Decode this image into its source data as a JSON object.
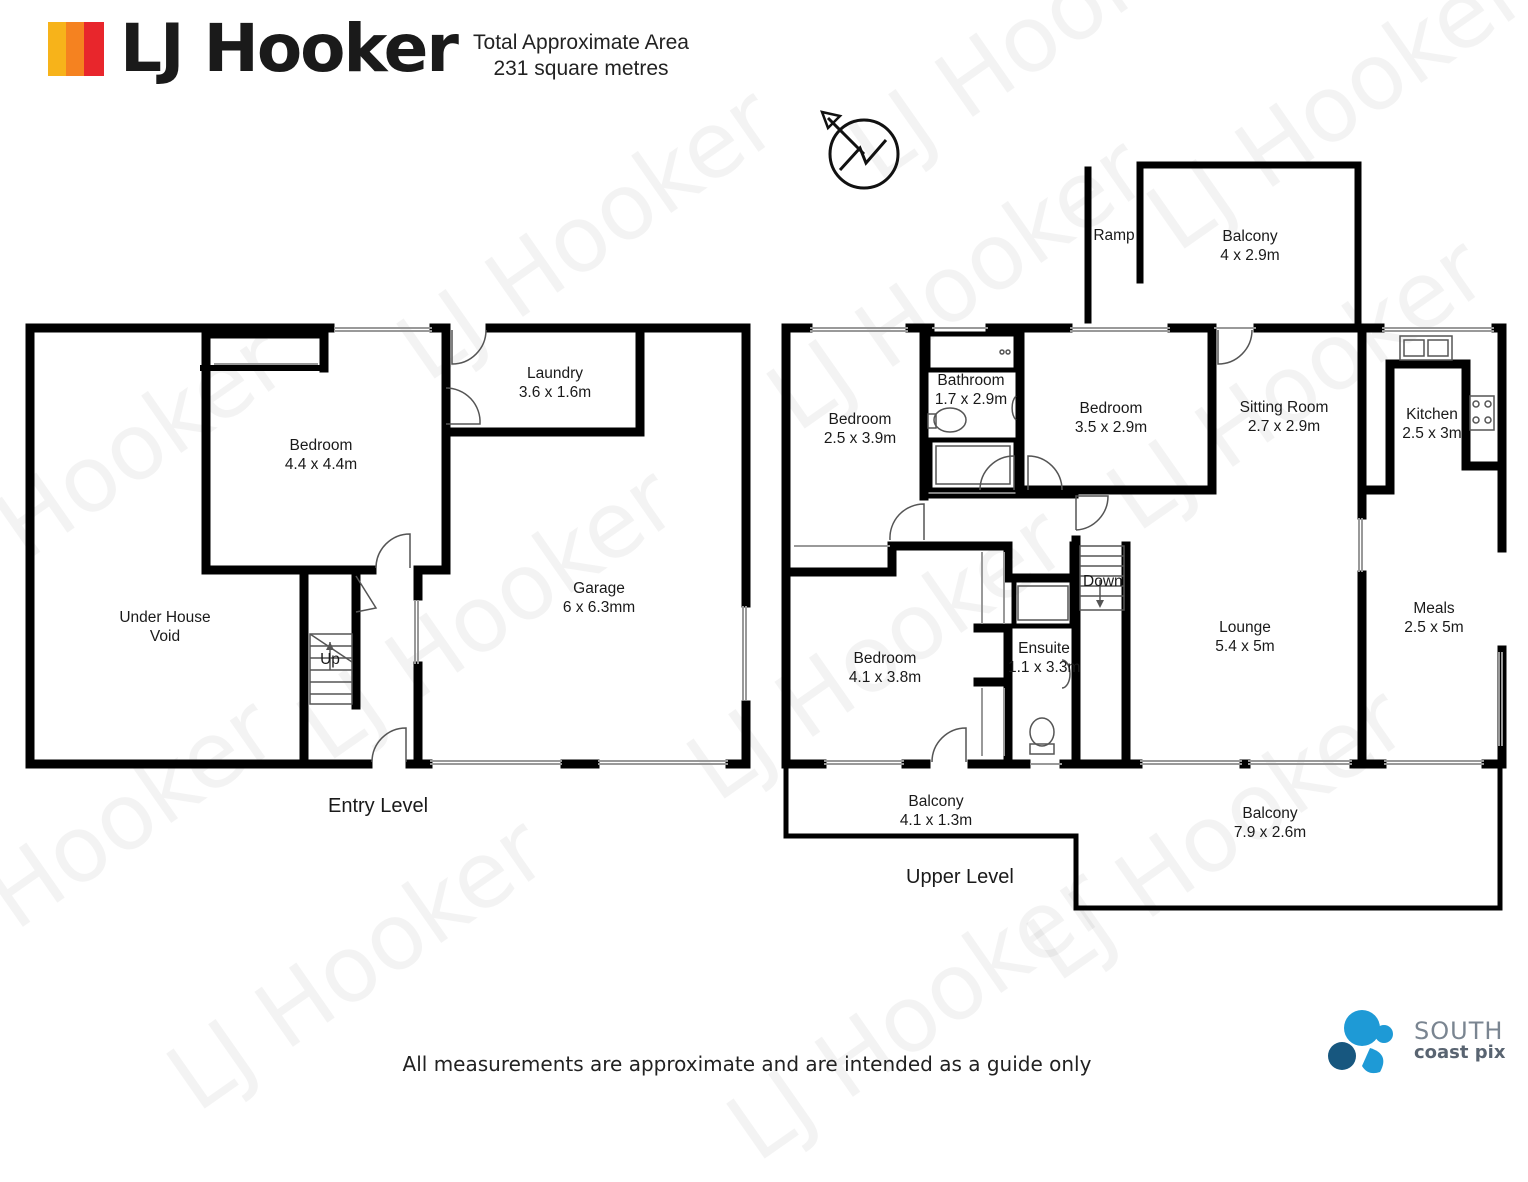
{
  "brand": {
    "name": "LJ Hooker",
    "colors": [
      "#f7b31a",
      "#f58220",
      "#e8262c"
    ]
  },
  "header": {
    "area_line1": "Total Approximate Area",
    "area_line2": "231 square metres"
  },
  "watermark": "LJ Hooker",
  "compass": {
    "icon": "north-arrow-icon"
  },
  "entry_level": {
    "title": "Entry Level",
    "rooms": {
      "under_house": {
        "name": "Under House",
        "size": "Void"
      },
      "bedroom": {
        "name": "Bedroom",
        "size": "4.4 x 4.4m"
      },
      "laundry": {
        "name": "Laundry",
        "size": "3.6 x 1.6m"
      },
      "garage": {
        "name": "Garage",
        "size": "6 x 6.3mm"
      },
      "stairs": {
        "name": "Up"
      }
    }
  },
  "upper_level": {
    "title": "Upper Level",
    "rooms": {
      "ramp": {
        "name": "Ramp"
      },
      "balcony_top": {
        "name": "Balcony",
        "size": "4 x 2.9m"
      },
      "bedroom_1": {
        "name": "Bedroom",
        "size": "2.5 x 3.9m"
      },
      "bathroom": {
        "name": "Bathroom",
        "size": "1.7 x 2.9m"
      },
      "bedroom_2": {
        "name": "Bedroom",
        "size": "3.5 x 2.9m"
      },
      "sitting_room": {
        "name": "Sitting Room",
        "size": "2.7 x 2.9m"
      },
      "kitchen": {
        "name": "Kitchen",
        "size": "2.5 x 3m"
      },
      "down": {
        "name": "Down"
      },
      "ensuite": {
        "name": "Ensuite",
        "size": "1.1 x 3.3m"
      },
      "bedroom_3": {
        "name": "Bedroom",
        "size": "4.1 x 3.8m"
      },
      "lounge": {
        "name": "Lounge",
        "size": "5.4 x 5m"
      },
      "meals": {
        "name": "Meals",
        "size": "2.5 x 5m"
      },
      "balcony_small": {
        "name": "Balcony",
        "size": "4.1 x 1.3m"
      },
      "balcony_large": {
        "name": "Balcony",
        "size": "7.9 x 2.6m"
      }
    }
  },
  "footer": {
    "disclaimer": "All measurements are approximate and are intended as a guide only"
  },
  "photographer": {
    "line1": "SOUTH",
    "line2": "coast pix",
    "colors": [
      "#1e9ad6",
      "#17577f"
    ]
  }
}
